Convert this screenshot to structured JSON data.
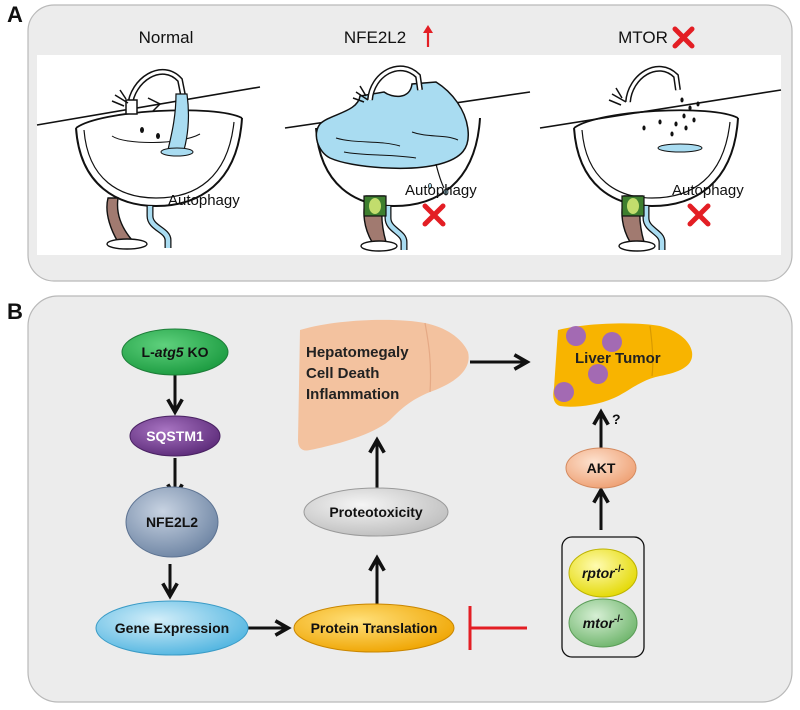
{
  "panel_a": {
    "letter": "A",
    "columns": [
      {
        "title": "Normal",
        "marker": "none",
        "label": "Autophagy",
        "blocked": false
      },
      {
        "title": "NFE2L2",
        "marker": "up-arrow-icon",
        "label": "Autophagy",
        "blocked": true
      },
      {
        "title": "MTOR",
        "marker": "x-icon",
        "label": "Autophagy",
        "blocked": true
      }
    ]
  },
  "panel_b": {
    "letter": "B",
    "nodes": {
      "latg5": {
        "pre": "L-",
        "ital": "atg5",
        "post": " KO"
      },
      "sqstm1": "SQSTM1",
      "nfe2l2": "NFE2L2",
      "gene_expression": "Gene Expression",
      "protein_translation": "Protein Translation",
      "proteotoxicity": "Proteotoxicity",
      "liver_lines": [
        "Hepatomegaly",
        "Cell Death",
        "Inflammation"
      ],
      "liver_tumor": "Liver Tumor",
      "question": "?",
      "akt": "AKT",
      "rptor": {
        "ital": "rptor",
        "sup": "-/-"
      },
      "mtor": {
        "ital": "mtor",
        "sup": "-/-"
      }
    }
  },
  "colors": {
    "panel_bg": "#ececec",
    "green": "#23b14d",
    "purple": "#7a3f98",
    "steel": "#7f94b0",
    "lightblue": "#72c7ea",
    "orange": "#f6b300",
    "grey": "#d9d9d9",
    "peach": "#f3c29f",
    "akt": "#f4c19d",
    "liver_orange": "#f8b400",
    "tumor_purple": "#a36ab3",
    "yellow": "#f7ef22",
    "light_green": "#8fc98c",
    "red": "#e31e24",
    "water": "#a9dcf1"
  }
}
